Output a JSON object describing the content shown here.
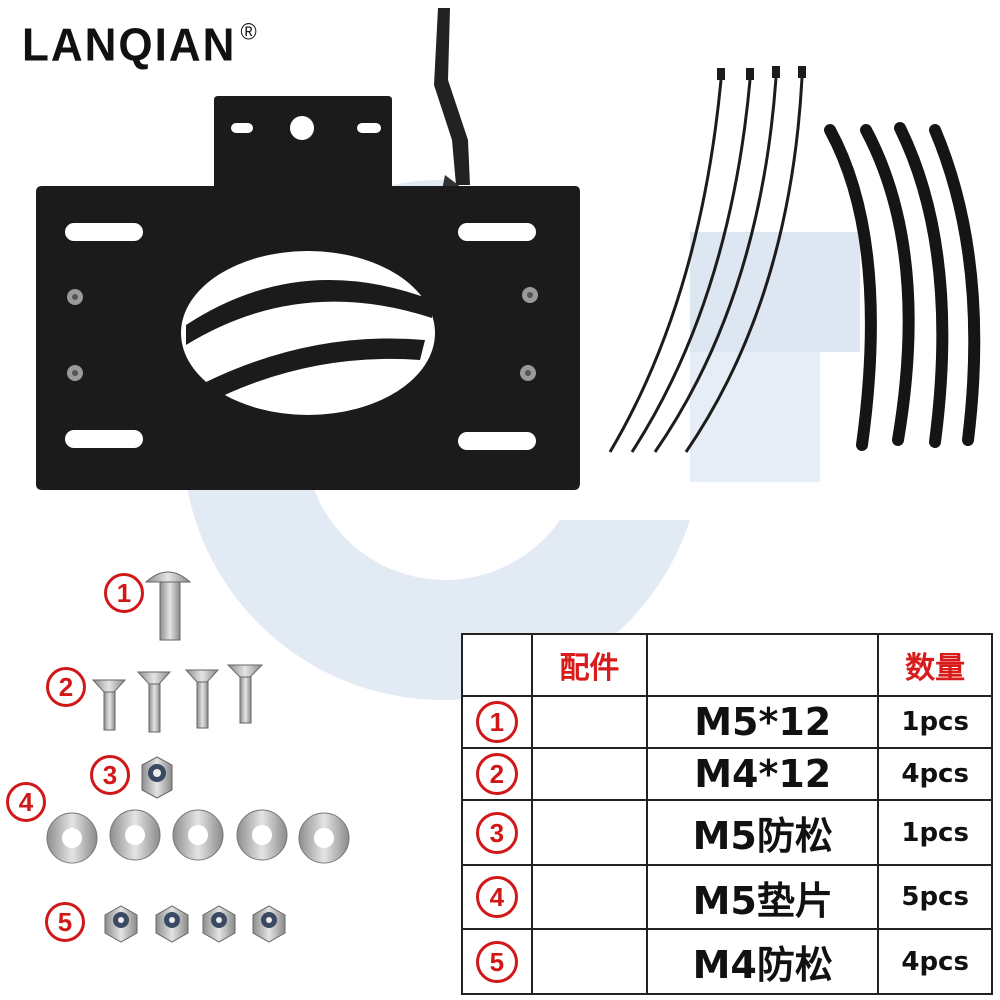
{
  "logo": {
    "text": "LANQIAN",
    "mark": "®"
  },
  "colors": {
    "label_red": "#d01818",
    "header_red": "#d81c1c",
    "watermark_blue": "#dfe8f3",
    "plate_black": "#1a1a1a"
  },
  "parts_labels": [
    "1",
    "2",
    "3",
    "4",
    "5"
  ],
  "table": {
    "header": {
      "col1": "",
      "col2": "配件",
      "col3": "",
      "col4": "数量"
    },
    "rows": [
      {
        "index": "1",
        "model": "M5*12",
        "qty": "1pcs"
      },
      {
        "index": "2",
        "model": "M4*12",
        "qty": "4pcs"
      },
      {
        "index": "3",
        "model": "M5防松",
        "qty": "1pcs"
      },
      {
        "index": "4",
        "model": "M5垫片",
        "qty": "5pcs"
      },
      {
        "index": "5",
        "model": "M4防松",
        "qty": "4pcs"
      }
    ]
  }
}
